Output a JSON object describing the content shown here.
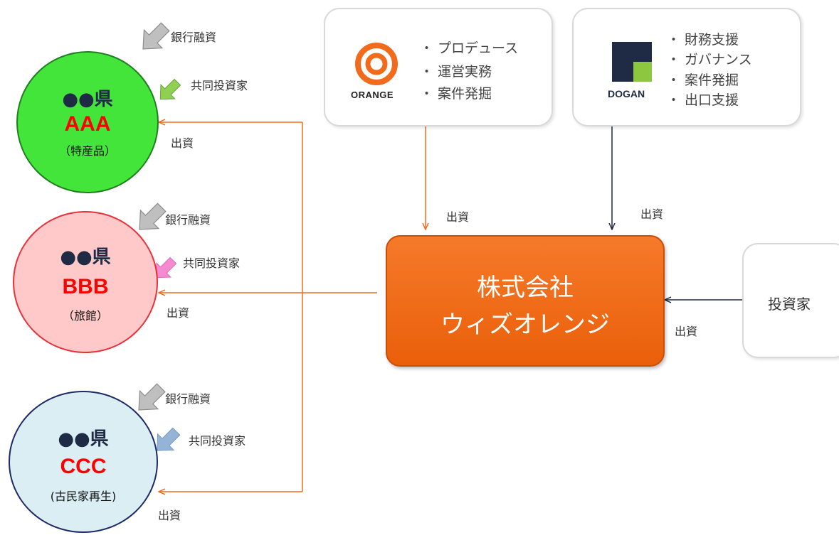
{
  "regions": [
    {
      "pref": "●●県",
      "code": "AAA",
      "sub": "（特産品）",
      "bank": "銀行融資",
      "coinvest": "共同投資家",
      "invest": "出資",
      "fill": "#44e53b",
      "stroke": "#1f7f1f",
      "arrow_color": "#8fcf52"
    },
    {
      "pref": "●●県",
      "code": "BBB",
      "sub": "（旅館）",
      "bank": "銀行融資",
      "coinvest": "共同投資家",
      "invest": "出資",
      "fill": "#ffc9c9",
      "stroke": "#e8323a",
      "arrow_color": "#f58ad0"
    },
    {
      "pref": "●●県",
      "code": "CCC",
      "sub": "(古民家再生)",
      "bank": "銀行融資",
      "coinvest": "共同投資家",
      "invest": "出資",
      "fill": "#dbeef4",
      "stroke": "#1e2a66",
      "arrow_color": "#95b3d7"
    }
  ],
  "orange": {
    "logo_text": "ORANGE",
    "bullets": [
      "・ プロデュース",
      "・ 運営実務",
      "・ 案件発掘"
    ],
    "invest": "出資",
    "color": "#f26b1d"
  },
  "dogan": {
    "logo_text": "DOGAN",
    "bullets": [
      "・ 財務支援",
      "・ ガバナンス",
      "・ 案件発掘",
      "・ 出口支援"
    ],
    "invest": "出資",
    "color": "#1f2a44"
  },
  "company": {
    "line1": "株式会社",
    "line2": "ウィズオレンジ"
  },
  "investor": {
    "label": "投資家",
    "invest": "出資"
  }
}
